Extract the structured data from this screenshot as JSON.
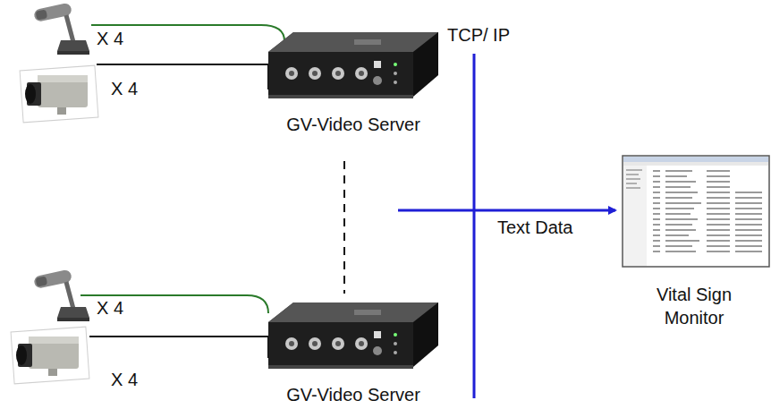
{
  "diagram": {
    "nodes": [
      {
        "text": [
          "GV-Video Server"
        ]
      },
      {
        "text": [
          "GV-Video Server"
        ]
      },
      {
        "text": [
          "Vital Sign Monitor"
        ]
      }
    ],
    "labels": [
      "X 4",
      "X 4",
      "TCP/ IP",
      "Text Data",
      "X 4",
      "X 4"
    ]
  }
}
